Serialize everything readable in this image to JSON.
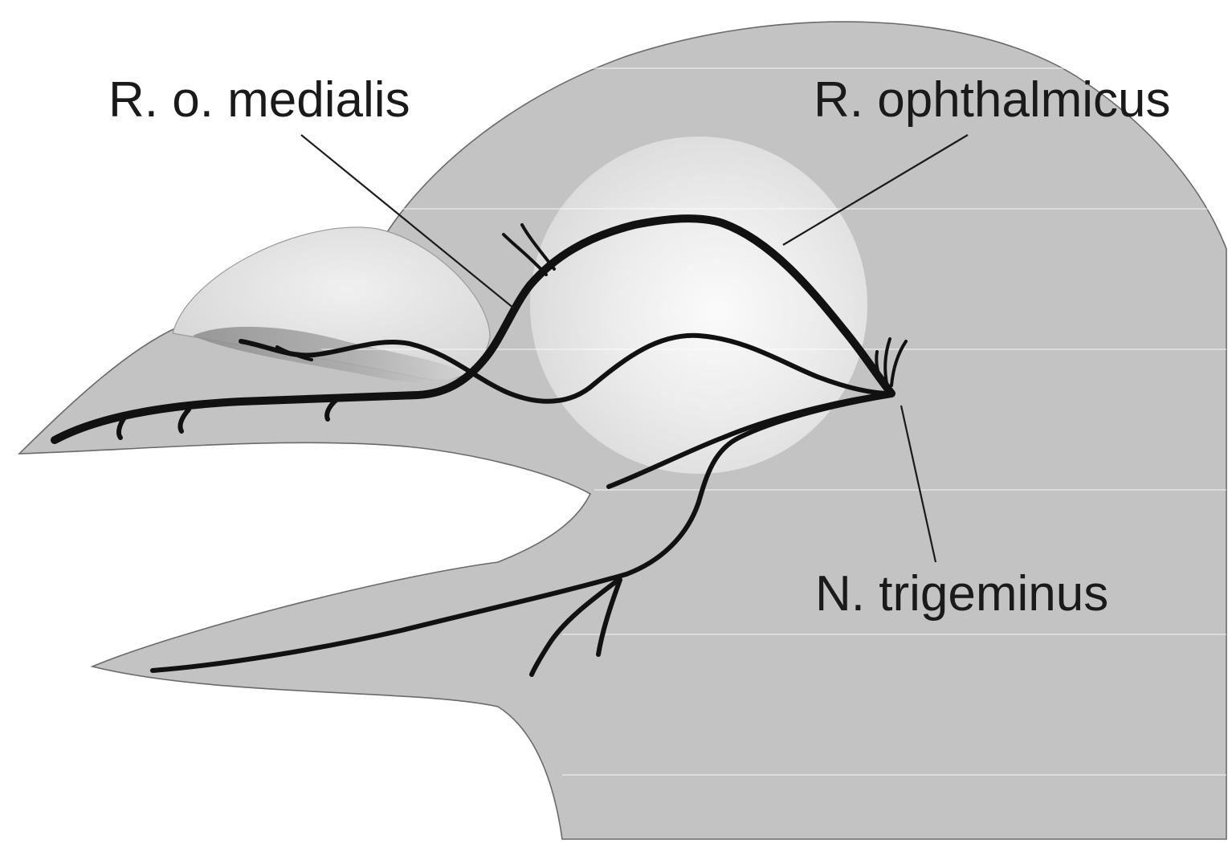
{
  "diagram": {
    "labels": {
      "ro_medialis": "R. o. medialis",
      "r_ophthalmicus": "R. ophthalmicus",
      "n_trigeminus": "N. trigeminus"
    },
    "colors": {
      "head_fill": "#c3c3c3",
      "eye_fill": "#e6e6e6",
      "nasal_fill": "#e2e2e2",
      "nerve": "#111111",
      "background": "#ffffff"
    }
  }
}
